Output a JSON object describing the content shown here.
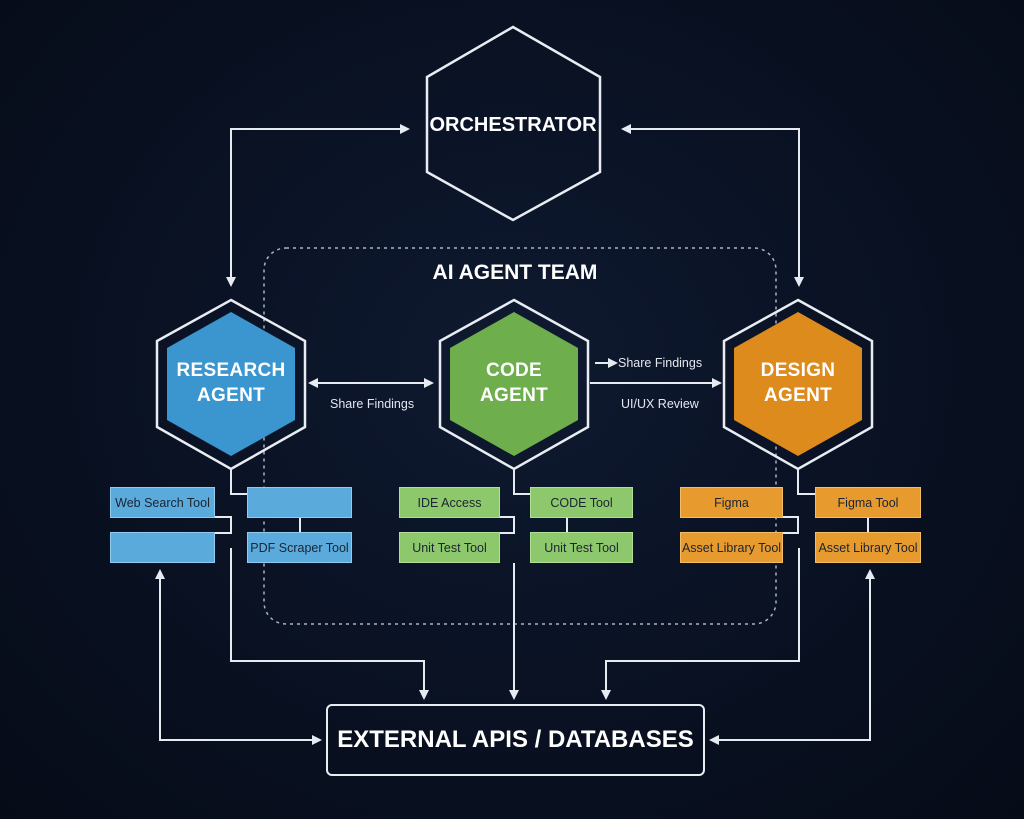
{
  "orchestrator": {
    "label": "ORCHESTRATOR"
  },
  "team": {
    "title": "AI AGENT TEAM"
  },
  "agents": {
    "research": {
      "line1": "RESEARCH",
      "line2": "AGENT",
      "color": "#3b95cf"
    },
    "code": {
      "line1": "CODE",
      "line2": "AGENT",
      "color": "#6fae4d"
    },
    "design": {
      "line1": "DESIGN",
      "line2": "AGENT",
      "color": "#dc8b1c"
    }
  },
  "links": {
    "research_code": "Share Findings",
    "code_design_top": "Share Findings",
    "code_design_bottom": "UI/UX Review"
  },
  "tools": {
    "research": [
      "Web Search Tool",
      "",
      "",
      "PDF Scraper Tool"
    ],
    "code": [
      "IDE Access",
      "CODE Tool",
      "Unit Test Tool",
      "Unit Test Tool"
    ],
    "design": [
      "Figma",
      "Figma Tool",
      "Asset Library Tool",
      "Asset Library Tool"
    ]
  },
  "external": {
    "label": "EXTERNAL APIS / DATABASES"
  }
}
